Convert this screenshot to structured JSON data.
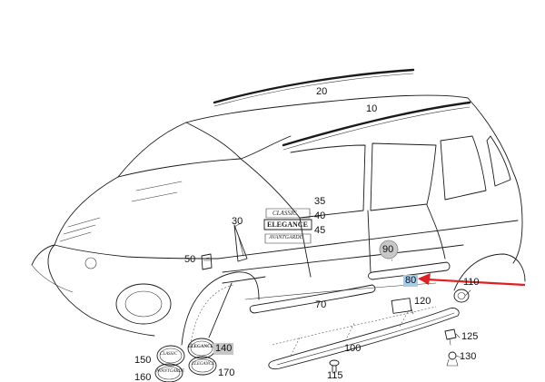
{
  "callouts": {
    "c20": "20",
    "c10": "10",
    "c35": "35",
    "c40": "40",
    "c45": "45",
    "c30": "30",
    "c50": "50",
    "c90": "90",
    "c80": "80",
    "c110": "110",
    "c70": "70",
    "c120": "120",
    "c100": "100",
    "c125": "125",
    "c130": "130",
    "c115": "115",
    "c140": "140",
    "c150": "150",
    "c160": "160",
    "c170": "170"
  },
  "emblems": {
    "classic": "CLASSIC",
    "elegance": "ELEGANCE",
    "avantgarde": "AVANTGARDE"
  },
  "colors": {
    "pointer_arrow": "#e02020",
    "highlight_selected": "#a9cbe8",
    "highlight_grey": "#c7c7c7"
  },
  "selected_part": "80"
}
